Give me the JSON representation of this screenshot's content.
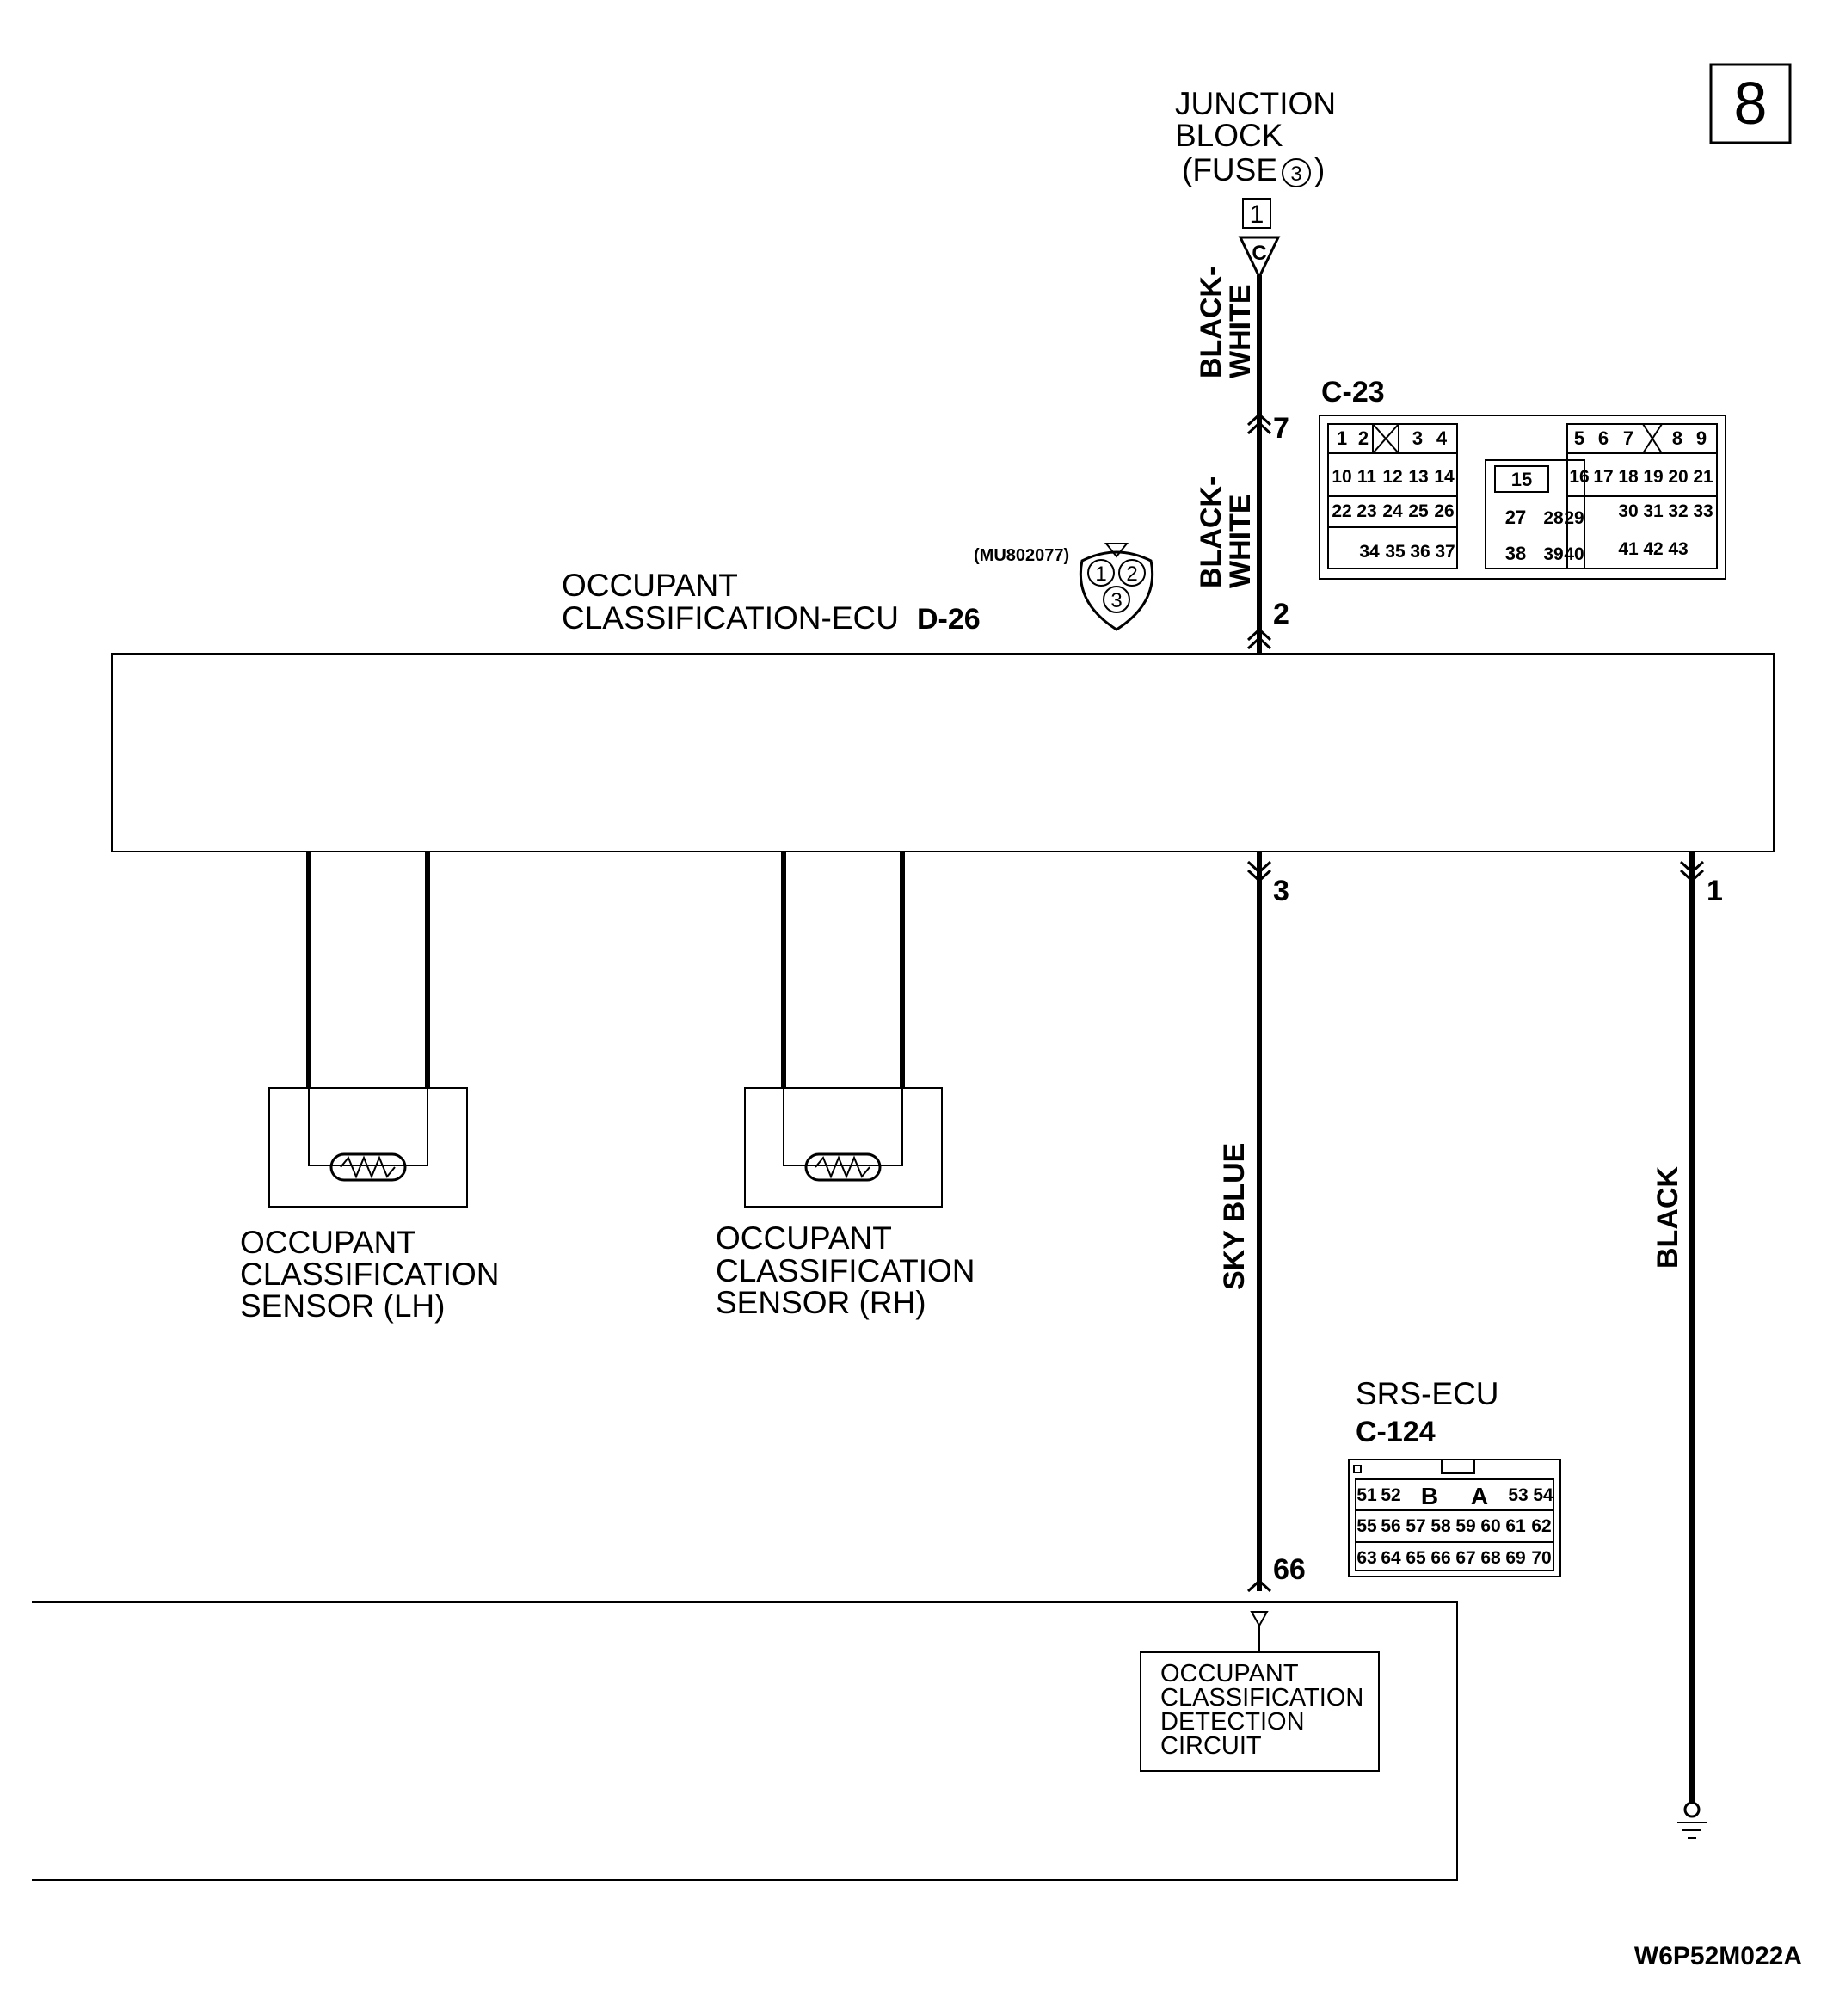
{
  "page_number": "8",
  "junction_block": {
    "line1": "JUNCTION",
    "line2": "BLOCK",
    "line3": "(FUSE",
    "fuse_number": "3",
    "close_paren": ")",
    "terminal": "1",
    "connector_symbol": "C"
  },
  "wires": {
    "upper_color": [
      "BLACK-",
      "WHITE"
    ],
    "lower_color": [
      "BLACK-",
      "WHITE"
    ],
    "sky_blue": "SKY BLUE",
    "black": "BLACK"
  },
  "pins": {
    "c23_pin": "7",
    "ecu_pin_2": "2",
    "ecu_pin_3": "3",
    "ecu_pin_1": "1",
    "srs_pin_66": "66"
  },
  "connector_c23": {
    "id": "C-23",
    "row1_left": [
      "1",
      "2",
      "3",
      "4"
    ],
    "row1_right": [
      "5",
      "6",
      "7",
      "8",
      "9"
    ],
    "row2_left": [
      "10",
      "11",
      "12",
      "13",
      "14"
    ],
    "row2_mid": "15",
    "row2_right": [
      "16",
      "17",
      "18",
      "19",
      "20",
      "21"
    ],
    "row3_left": [
      "22",
      "23",
      "24",
      "25",
      "26"
    ],
    "row3_mid": [
      "27",
      "28",
      "29"
    ],
    "row3_right": [
      "30",
      "31",
      "32",
      "33"
    ],
    "row4_left": [
      "34",
      "35",
      "36",
      "37"
    ],
    "row4_mid": [
      "38",
      "39",
      "40"
    ],
    "row4_right": [
      "41",
      "42",
      "43"
    ]
  },
  "connector_d26": {
    "part_number": "(MU802077)",
    "pins": [
      "1",
      "2",
      "3"
    ]
  },
  "ecu": {
    "line1": "OCCUPANT",
    "line2": "CLASSIFICATION-ECU",
    "connector": "D-26"
  },
  "sensor_lh": {
    "line1": "OCCUPANT",
    "line2": "CLASSIFICATION",
    "line3": "SENSOR (LH)"
  },
  "sensor_rh": {
    "line1": "OCCUPANT",
    "line2": "CLASSIFICATION",
    "line3": "SENSOR (RH)"
  },
  "srs_ecu": {
    "name": "SRS-ECU",
    "connector": "C-124",
    "row1": [
      "51",
      "52",
      "B",
      "A",
      "53",
      "54"
    ],
    "row2": [
      "55",
      "56",
      "57",
      "58",
      "59",
      "60",
      "61",
      "62"
    ],
    "row3": [
      "63",
      "64",
      "65",
      "66",
      "67",
      "68",
      "69",
      "70"
    ]
  },
  "detection_circuit": {
    "line1": "OCCUPANT",
    "line2": "CLASSIFICATION",
    "line3": "DETECTION",
    "line4": "CIRCUIT"
  },
  "figure_code": "W6P52M022A"
}
